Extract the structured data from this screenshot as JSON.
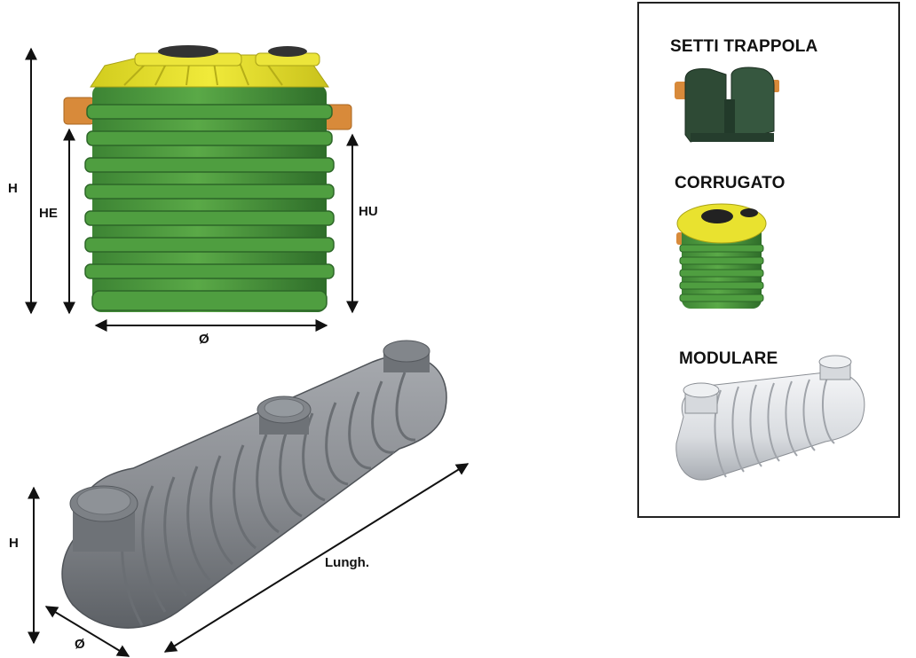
{
  "dims_vertical": {
    "h_label": "H",
    "he_label": "HE",
    "hu_label": "HU",
    "diameter_label": "Ø"
  },
  "dims_horizontal": {
    "h_label": "H",
    "diameter_label": "Ø",
    "length_label": "Lungh."
  },
  "legend": {
    "item_1": "SETTI TRAPPOLA",
    "item_2": "CORRUGATO",
    "item_3": "MODULARE"
  },
  "colors": {
    "tank_green": "#4e9a3e",
    "tank_green_dark": "#2f6e2a",
    "lid_yellow": "#e6df2a",
    "pipe_orange": "#d88a3a",
    "tank_grey": "#8c8f94",
    "tank_grey_dark": "#5d6166",
    "trap_dark_green": "#2e4a35",
    "modular_white": "#e4e6ea"
  }
}
